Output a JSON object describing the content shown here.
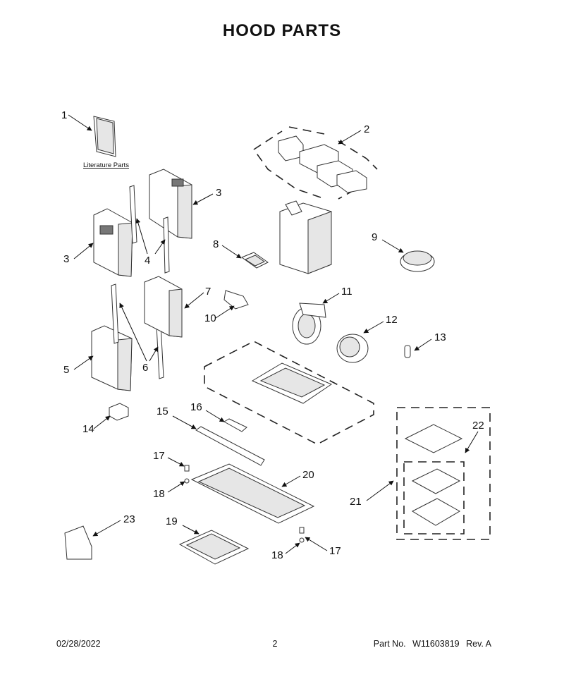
{
  "title": "HOOD PARTS",
  "literature_label": "Literature Parts",
  "callouts": [
    "1",
    "2",
    "3",
    "3",
    "4",
    "5",
    "6",
    "7",
    "8",
    "9",
    "10",
    "11",
    "12",
    "13",
    "14",
    "15",
    "16",
    "17",
    "17",
    "18",
    "18",
    "19",
    "20",
    "21",
    "22",
    "23"
  ],
  "footer": {
    "date": "02/28/2022",
    "page": "2",
    "part_label": "Part No.",
    "part_number": "W11603819",
    "revision": "Rev.  A"
  }
}
